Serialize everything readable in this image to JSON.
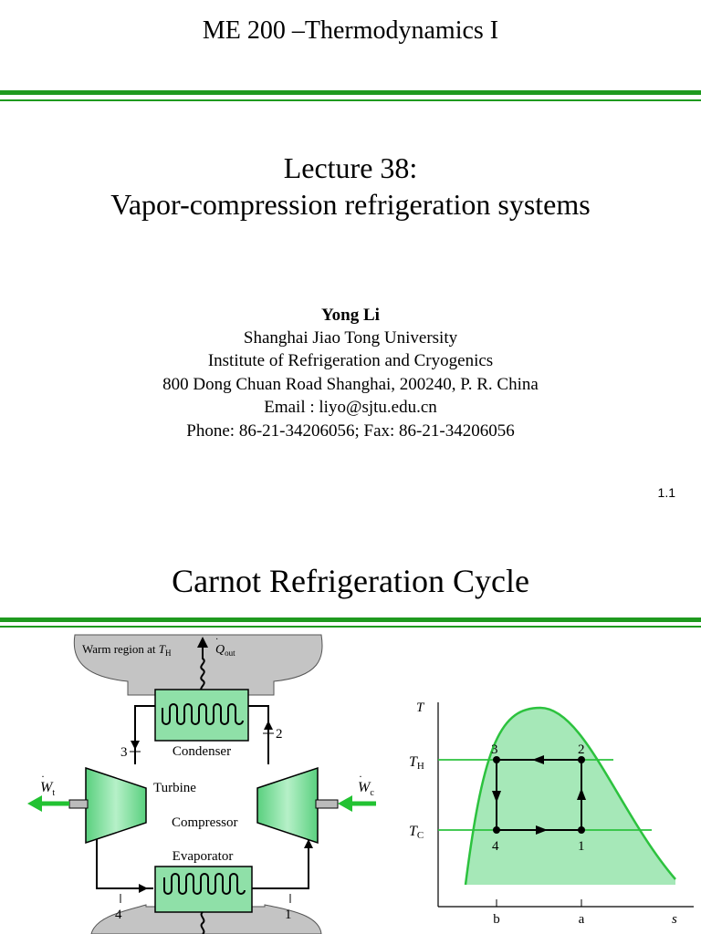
{
  "slide1": {
    "course_title": "ME 200 –Thermodynamics I",
    "lecture_line1": "Lecture 38:",
    "lecture_line2": "Vapor-compression refrigeration systems",
    "author": "Yong Li",
    "affiliation": "Shanghai Jiao Tong University",
    "institute": "Institute of Refrigeration and Cryogenics",
    "address": "800 Dong Chuan Road Shanghai, 200240, P. R. China",
    "email": "Email : liyo@sjtu.edu.cn",
    "phone_fax": "Phone: 86-21-34206056; Fax: 86-21-34206056",
    "page_number": "1.1",
    "colors": {
      "accent_green": "#1f9a1f",
      "light_green": "#a6e8b8"
    }
  },
  "slide2": {
    "title": "Carnot Refrigeration Cycle",
    "schematic": {
      "warm_region": "Warm region at",
      "warm_T_sym": "T",
      "warm_T_sub": "H",
      "q_out_sym": "Q",
      "q_out_sub": "out",
      "condenser": "Condenser",
      "turbine": "Turbine",
      "compressor": "Compressor",
      "evaporator": "Evaporator",
      "wt_sym": "W",
      "wt_sub": "t",
      "wc_sym": "W",
      "wc_sub": "c",
      "state_1": "1",
      "state_2": "2",
      "state_3": "3",
      "state_4": "4"
    },
    "ts_diagram": {
      "y_axis": "T",
      "x_axis": "s",
      "th_sym": "T",
      "th_sub": "H",
      "tc_sym": "T",
      "tc_sub": "C",
      "tick_a": "a",
      "tick_b": "b",
      "pt_1": "1",
      "pt_2": "2",
      "pt_3": "3",
      "pt_4": "4"
    }
  }
}
